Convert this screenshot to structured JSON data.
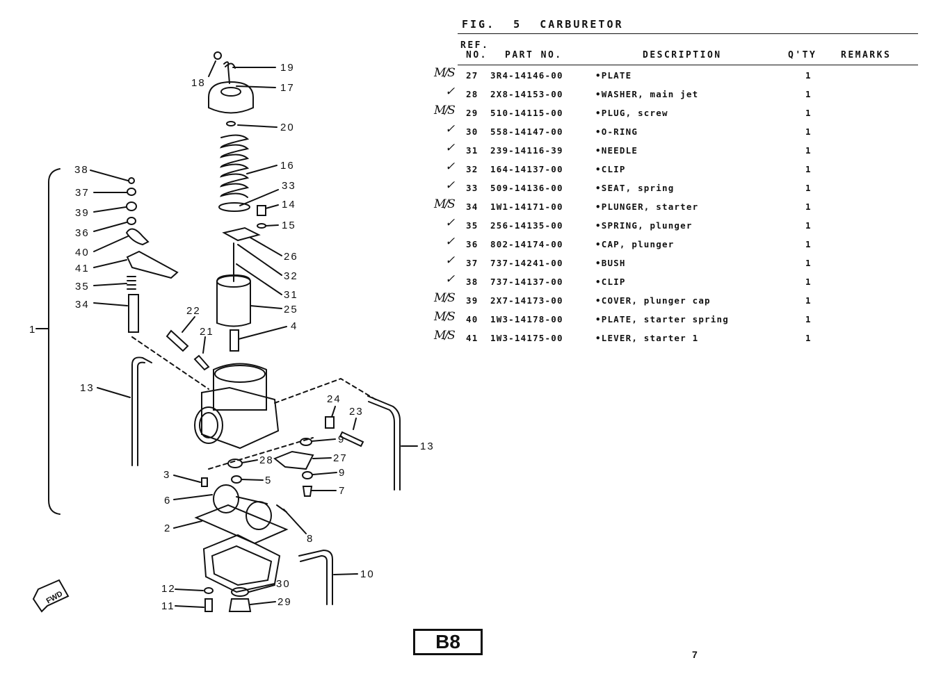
{
  "figure": {
    "title": "FIG. 5 CARBURETOR"
  },
  "table": {
    "headers": {
      "ref_line1": "REF.",
      "ref_line2": "NO.",
      "part_no": "PART NO.",
      "description": "DESCRIPTION",
      "qty": "Q'TY",
      "remarks": "REMARKS"
    },
    "rows": [
      {
        "ref": "27",
        "part_no": "3R4-14146-00",
        "description": "•PLATE",
        "qty": "1",
        "mark": "M/S"
      },
      {
        "ref": "28",
        "part_no": "2X8-14153-00",
        "description": "•WASHER, main jet",
        "qty": "1",
        "mark": "✓"
      },
      {
        "ref": "29",
        "part_no": "510-14115-00",
        "description": "•PLUG, screw",
        "qty": "1",
        "mark": "M/S"
      },
      {
        "ref": "30",
        "part_no": "558-14147-00",
        "description": "•O-RING",
        "qty": "1",
        "mark": "✓"
      },
      {
        "ref": "31",
        "part_no": "239-14116-39",
        "description": "•NEEDLE",
        "qty": "1",
        "mark": "✓"
      },
      {
        "ref": "32",
        "part_no": "164-14137-00",
        "description": "•CLIP",
        "qty": "1",
        "mark": "✓"
      },
      {
        "ref": "33",
        "part_no": "509-14136-00",
        "description": "•SEAT, spring",
        "qty": "1",
        "mark": "✓"
      },
      {
        "ref": "34",
        "part_no": "1W1-14171-00",
        "description": "•PLUNGER, starter",
        "qty": "1",
        "mark": "M/S"
      },
      {
        "ref": "35",
        "part_no": "256-14135-00",
        "description": "•SPRING, plunger",
        "qty": "1",
        "mark": "✓"
      },
      {
        "ref": "36",
        "part_no": "802-14174-00",
        "description": "•CAP, plunger",
        "qty": "1",
        "mark": "✓"
      },
      {
        "ref": "37",
        "part_no": "737-14241-00",
        "description": "•BUSH",
        "qty": "1",
        "mark": "✓"
      },
      {
        "ref": "38",
        "part_no": "737-14137-00",
        "description": "•CLIP",
        "qty": "1",
        "mark": "✓"
      },
      {
        "ref": "39",
        "part_no": "2X7-14173-00",
        "description": "•COVER, plunger cap",
        "qty": "1",
        "mark": "M/S"
      },
      {
        "ref": "40",
        "part_no": "1W3-14178-00",
        "description": "•PLATE, starter spring",
        "qty": "1",
        "mark": "M/S"
      },
      {
        "ref": "41",
        "part_no": "1W3-14175-00",
        "description": "•LEVER, starter 1",
        "qty": "1",
        "mark": "M/S"
      }
    ]
  },
  "diagram": {
    "labels": [
      "19",
      "18",
      "17",
      "20",
      "16",
      "33",
      "14",
      "15",
      "26",
      "32",
      "31",
      "25",
      "4",
      "22",
      "21",
      "24",
      "23",
      "13",
      "13",
      "9",
      "28",
      "27",
      "9",
      "3",
      "5",
      "7",
      "6",
      "2",
      "8",
      "10",
      "12",
      "30",
      "11",
      "29",
      "38",
      "37",
      "39",
      "36",
      "40",
      "41",
      "35",
      "34",
      "1"
    ],
    "fwd_label": "FWD"
  },
  "footer": {
    "badge": "B8",
    "page_number": "7"
  }
}
